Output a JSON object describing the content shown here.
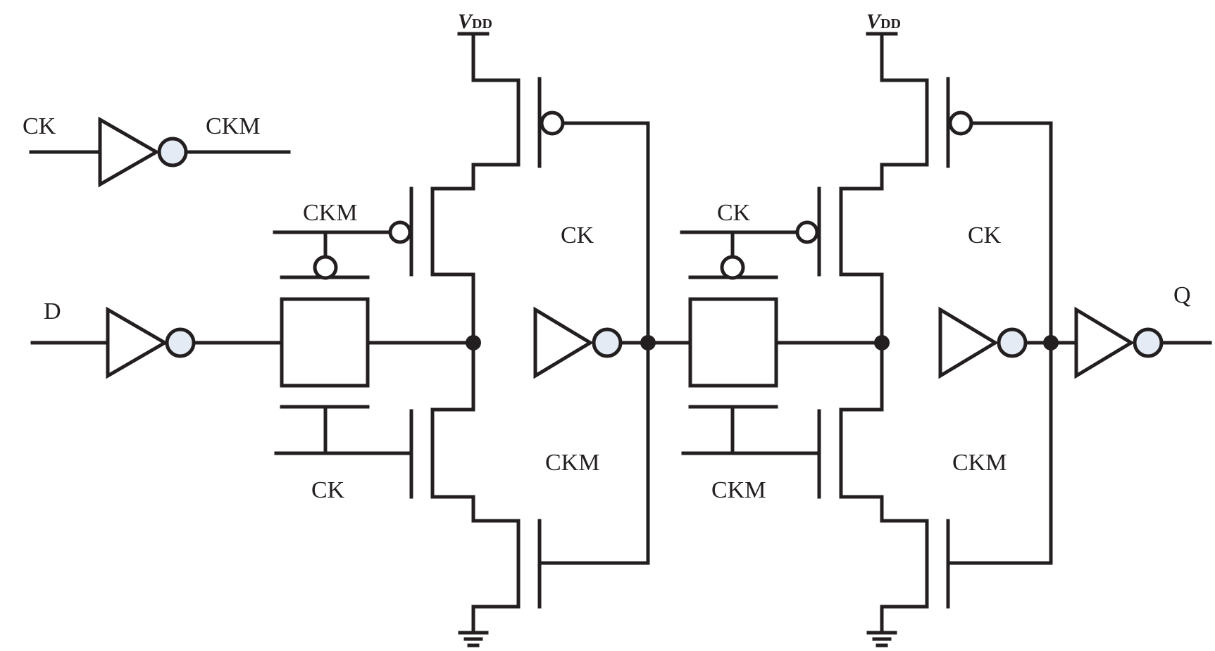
{
  "diagram": {
    "legend_inverter": {
      "input": "CK",
      "output": "CKM"
    },
    "input_label": "D",
    "output_label": "Q",
    "supply": {
      "main": "V",
      "sub": "DD"
    },
    "stage1": {
      "tg_top": "CKM",
      "tg_bottom": "CK",
      "pull_up": "CK",
      "pull_down": "CKM"
    },
    "stage2": {
      "tg_top": "CK",
      "tg_bottom": "CKM",
      "pull_up": "CK",
      "pull_down": "CKM"
    }
  }
}
